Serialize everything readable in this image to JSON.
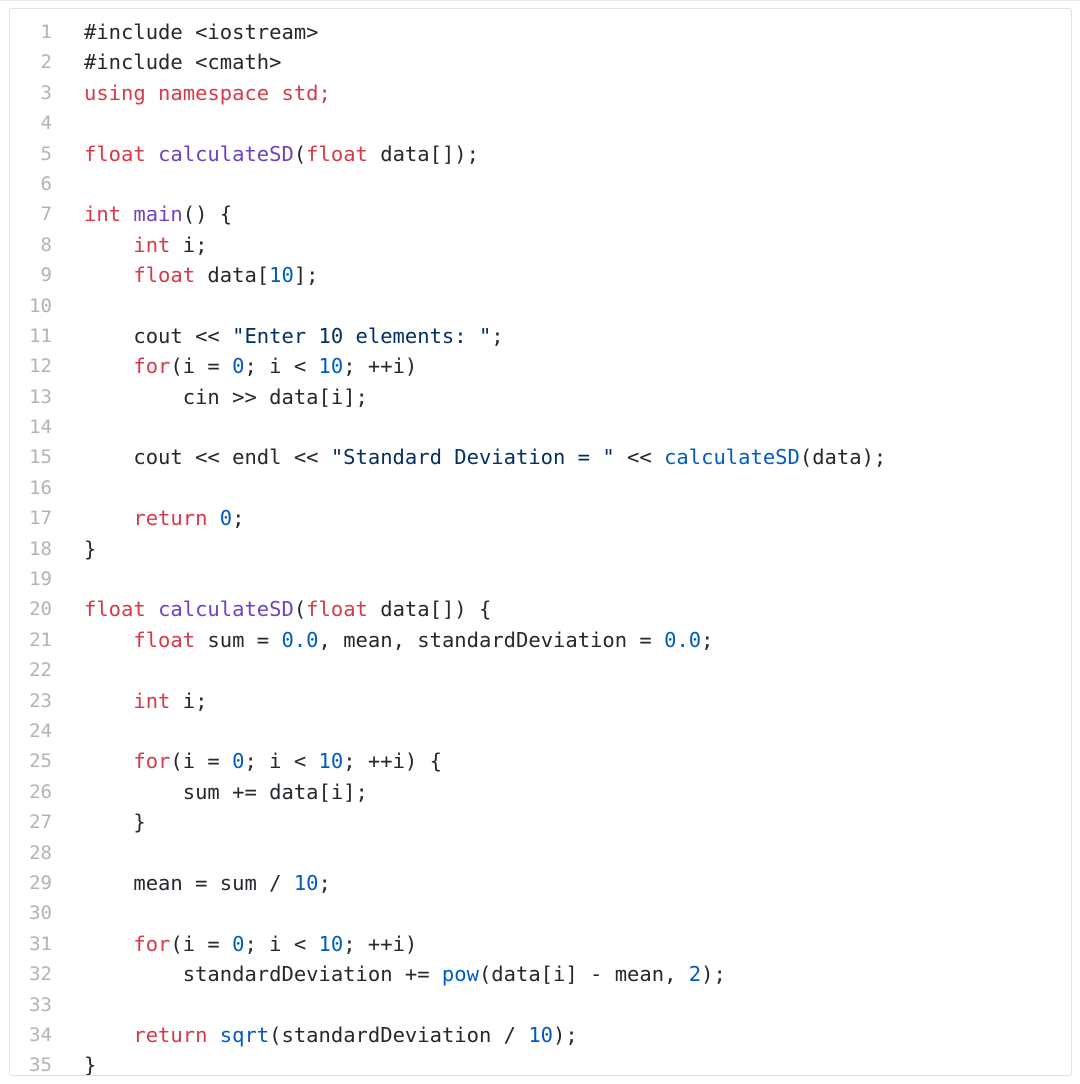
{
  "editor": {
    "lines": [
      {
        "n": "1",
        "tokens": [
          {
            "t": "#include <iostream>",
            "c": "pre"
          }
        ]
      },
      {
        "n": "2",
        "tokens": [
          {
            "t": "#include <cmath>",
            "c": "pre"
          }
        ]
      },
      {
        "n": "3",
        "tokens": [
          {
            "t": "using namespace std;",
            "c": "kw"
          }
        ]
      },
      {
        "n": "4",
        "tokens": []
      },
      {
        "n": "5",
        "tokens": [
          {
            "t": "float ",
            "c": "kw"
          },
          {
            "t": "calculateSD",
            "c": "fn"
          },
          {
            "t": "(",
            "c": "plain"
          },
          {
            "t": "float",
            "c": "kw"
          },
          {
            "t": " data[]);",
            "c": "plain"
          }
        ]
      },
      {
        "n": "6",
        "tokens": []
      },
      {
        "n": "7",
        "tokens": [
          {
            "t": "int ",
            "c": "kw"
          },
          {
            "t": "main",
            "c": "fn"
          },
          {
            "t": "() {",
            "c": "plain"
          }
        ]
      },
      {
        "n": "8",
        "tokens": [
          {
            "t": "    ",
            "c": "plain"
          },
          {
            "t": "int",
            "c": "kw"
          },
          {
            "t": " i;",
            "c": "plain"
          }
        ]
      },
      {
        "n": "9",
        "tokens": [
          {
            "t": "    ",
            "c": "plain"
          },
          {
            "t": "float",
            "c": "kw"
          },
          {
            "t": " data[",
            "c": "plain"
          },
          {
            "t": "10",
            "c": "num"
          },
          {
            "t": "];",
            "c": "plain"
          }
        ]
      },
      {
        "n": "10",
        "tokens": []
      },
      {
        "n": "11",
        "tokens": [
          {
            "t": "    cout << ",
            "c": "plain"
          },
          {
            "t": "\"Enter 10 elements: \"",
            "c": "str"
          },
          {
            "t": ";",
            "c": "plain"
          }
        ]
      },
      {
        "n": "12",
        "tokens": [
          {
            "t": "    ",
            "c": "plain"
          },
          {
            "t": "for",
            "c": "kw"
          },
          {
            "t": "(i = ",
            "c": "plain"
          },
          {
            "t": "0",
            "c": "num"
          },
          {
            "t": "; i < ",
            "c": "plain"
          },
          {
            "t": "10",
            "c": "num"
          },
          {
            "t": "; ++i)",
            "c": "plain"
          }
        ]
      },
      {
        "n": "13",
        "tokens": [
          {
            "t": "        cin >> data[i];",
            "c": "plain"
          }
        ]
      },
      {
        "n": "14",
        "tokens": []
      },
      {
        "n": "15",
        "tokens": [
          {
            "t": "    cout << endl << ",
            "c": "plain"
          },
          {
            "t": "\"Standard Deviation = \"",
            "c": "str"
          },
          {
            "t": " << ",
            "c": "plain"
          },
          {
            "t": "calculateSD",
            "c": "call"
          },
          {
            "t": "(data);",
            "c": "plain"
          }
        ]
      },
      {
        "n": "16",
        "tokens": []
      },
      {
        "n": "17",
        "tokens": [
          {
            "t": "    ",
            "c": "plain"
          },
          {
            "t": "return",
            "c": "kw"
          },
          {
            "t": " ",
            "c": "plain"
          },
          {
            "t": "0",
            "c": "num"
          },
          {
            "t": ";",
            "c": "plain"
          }
        ]
      },
      {
        "n": "18",
        "tokens": [
          {
            "t": "}",
            "c": "plain"
          }
        ]
      },
      {
        "n": "19",
        "tokens": []
      },
      {
        "n": "20",
        "tokens": [
          {
            "t": "float ",
            "c": "kw"
          },
          {
            "t": "calculateSD",
            "c": "fn"
          },
          {
            "t": "(",
            "c": "plain"
          },
          {
            "t": "float",
            "c": "kw"
          },
          {
            "t": " data[]) {",
            "c": "plain"
          }
        ]
      },
      {
        "n": "21",
        "tokens": [
          {
            "t": "    ",
            "c": "plain"
          },
          {
            "t": "float",
            "c": "kw"
          },
          {
            "t": " sum = ",
            "c": "plain"
          },
          {
            "t": "0.0",
            "c": "num"
          },
          {
            "t": ", mean, standardDeviation = ",
            "c": "plain"
          },
          {
            "t": "0.0",
            "c": "num"
          },
          {
            "t": ";",
            "c": "plain"
          }
        ]
      },
      {
        "n": "22",
        "tokens": []
      },
      {
        "n": "23",
        "tokens": [
          {
            "t": "    ",
            "c": "plain"
          },
          {
            "t": "int",
            "c": "kw"
          },
          {
            "t": " i;",
            "c": "plain"
          }
        ]
      },
      {
        "n": "24",
        "tokens": []
      },
      {
        "n": "25",
        "tokens": [
          {
            "t": "    ",
            "c": "plain"
          },
          {
            "t": "for",
            "c": "kw"
          },
          {
            "t": "(i = ",
            "c": "plain"
          },
          {
            "t": "0",
            "c": "num"
          },
          {
            "t": "; i < ",
            "c": "plain"
          },
          {
            "t": "10",
            "c": "num"
          },
          {
            "t": "; ++i) {",
            "c": "plain"
          }
        ]
      },
      {
        "n": "26",
        "tokens": [
          {
            "t": "        sum += data[i];",
            "c": "plain"
          }
        ]
      },
      {
        "n": "27",
        "tokens": [
          {
            "t": "    }",
            "c": "plain"
          }
        ]
      },
      {
        "n": "28",
        "tokens": []
      },
      {
        "n": "29",
        "tokens": [
          {
            "t": "    mean = sum / ",
            "c": "plain"
          },
          {
            "t": "10",
            "c": "num"
          },
          {
            "t": ";",
            "c": "plain"
          }
        ]
      },
      {
        "n": "30",
        "tokens": []
      },
      {
        "n": "31",
        "tokens": [
          {
            "t": "    ",
            "c": "plain"
          },
          {
            "t": "for",
            "c": "kw"
          },
          {
            "t": "(i = ",
            "c": "plain"
          },
          {
            "t": "0",
            "c": "num"
          },
          {
            "t": "; i < ",
            "c": "plain"
          },
          {
            "t": "10",
            "c": "num"
          },
          {
            "t": "; ++i)",
            "c": "plain"
          }
        ]
      },
      {
        "n": "32",
        "tokens": [
          {
            "t": "        standardDeviation += ",
            "c": "plain"
          },
          {
            "t": "pow",
            "c": "call"
          },
          {
            "t": "(data[i] - mean, ",
            "c": "plain"
          },
          {
            "t": "2",
            "c": "num"
          },
          {
            "t": ");",
            "c": "plain"
          }
        ]
      },
      {
        "n": "33",
        "tokens": []
      },
      {
        "n": "34",
        "tokens": [
          {
            "t": "    ",
            "c": "plain"
          },
          {
            "t": "return",
            "c": "kw"
          },
          {
            "t": " ",
            "c": "plain"
          },
          {
            "t": "sqrt",
            "c": "call"
          },
          {
            "t": "(standardDeviation / ",
            "c": "plain"
          },
          {
            "t": "10",
            "c": "num"
          },
          {
            "t": ");",
            "c": "plain"
          }
        ]
      },
      {
        "n": "35",
        "tokens": [
          {
            "t": "}",
            "c": "plain"
          }
        ]
      }
    ]
  }
}
